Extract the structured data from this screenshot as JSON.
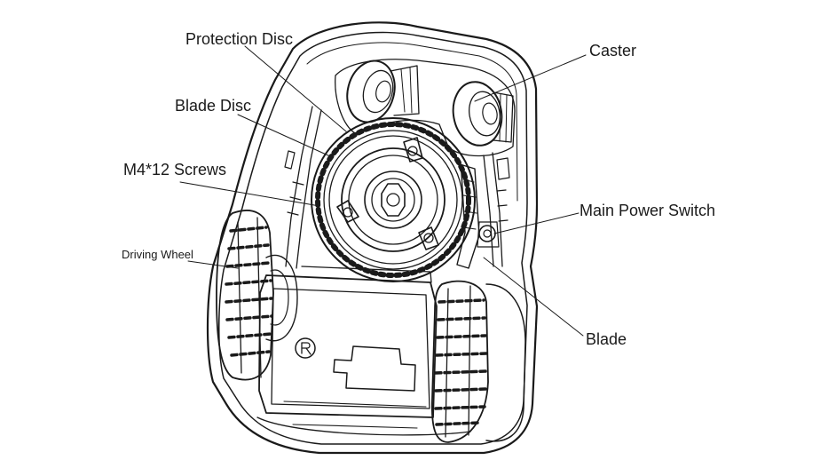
{
  "labels": {
    "protection_disc": "Protection Disc",
    "blade_disc": "Blade Disc",
    "screws": "M4*12 Screws",
    "driving_wheel": "Driving Wheel",
    "caster": "Caster",
    "main_power_switch": "Main Power Switch",
    "blade": "Blade"
  },
  "colors": {
    "line": "#1a1a1a",
    "background": "#ffffff"
  }
}
